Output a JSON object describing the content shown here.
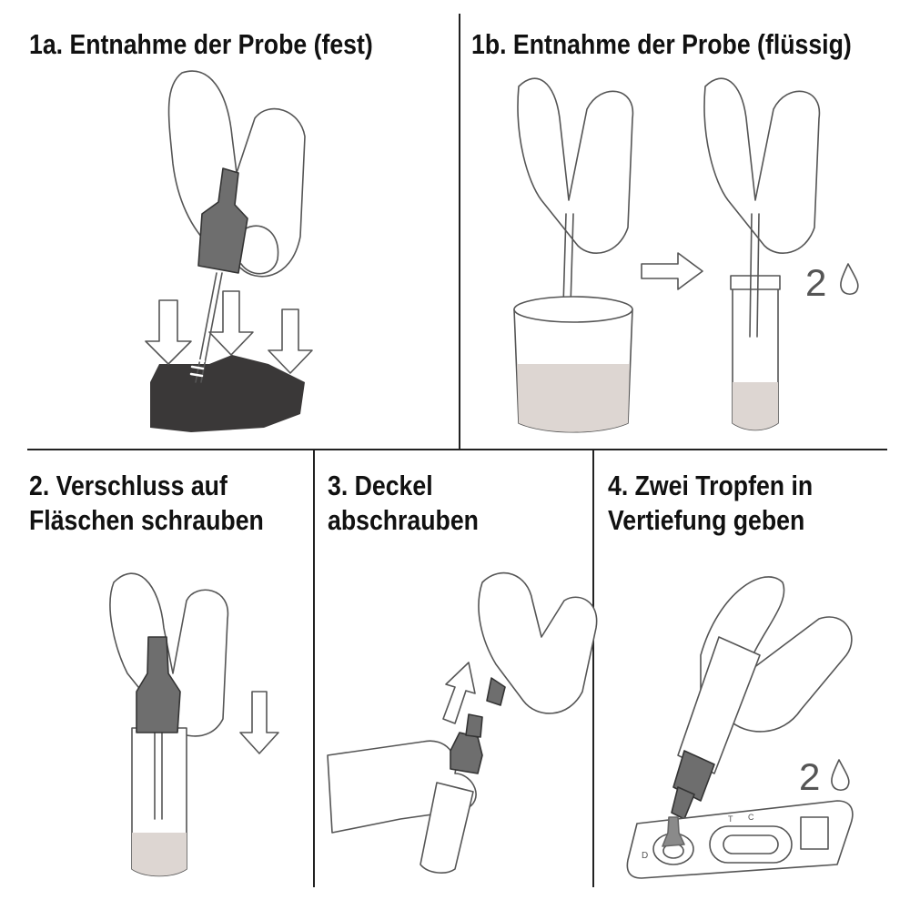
{
  "panels": [
    {
      "id": "1a",
      "title": "1a. Entnahme der Probe (fest)"
    },
    {
      "id": "1b",
      "title": "1b. Entnahme der Probe (flüssig)",
      "drop_count": "2"
    },
    {
      "id": "2",
      "title_lines": [
        "2. Verschluss auf",
        "Fläschen schrauben"
      ]
    },
    {
      "id": "3",
      "title_lines": [
        "3. Deckel",
        "abschrauben"
      ]
    },
    {
      "id": "4",
      "title_lines": [
        "4. Zwei Tropfen in",
        "Vertiefung geben"
      ],
      "drop_count": "2",
      "cassette_labels": {
        "test": "T",
        "control": "C",
        "sample": "D"
      }
    }
  ],
  "colors": {
    "line": "#222222",
    "stroke": "#555555",
    "rock": "#3a3838",
    "liquid": "#ddd6d2",
    "cap": "#6e6e6e"
  }
}
